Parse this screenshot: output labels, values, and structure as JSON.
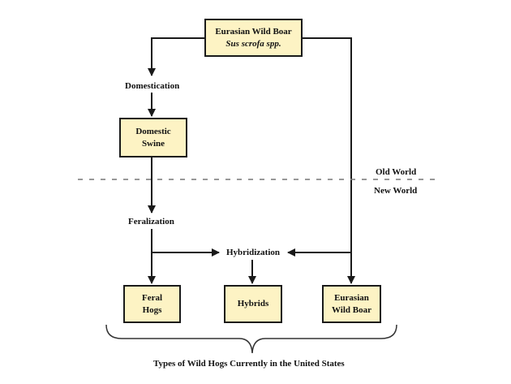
{
  "diagram": {
    "nodes": {
      "eurasian_wild_boar_top": {
        "line1": "Eurasian Wild Boar",
        "line2": "Sus scrofa spp."
      },
      "domestic_swine": {
        "line1": "Domestic",
        "line2": "Swine"
      },
      "feral_hogs": {
        "line1": "Feral",
        "line2": "Hogs"
      },
      "hybrids": {
        "line1": "Hybrids"
      },
      "eurasian_wild_boar_bottom": {
        "line1": "Eurasian",
        "line2": "Wild Boar"
      }
    },
    "process_labels": {
      "domestication": "Domestication",
      "feralization": "Feralization",
      "hybridization": "Hybridization"
    },
    "region_labels": {
      "old_world": "Old World",
      "new_world": "New World"
    },
    "brace_caption": "Types of Wild Hogs Currently in the United States",
    "colors": {
      "box_fill": "#fdf3c4",
      "line": "#1a1a1a",
      "dash": "#777777"
    }
  }
}
